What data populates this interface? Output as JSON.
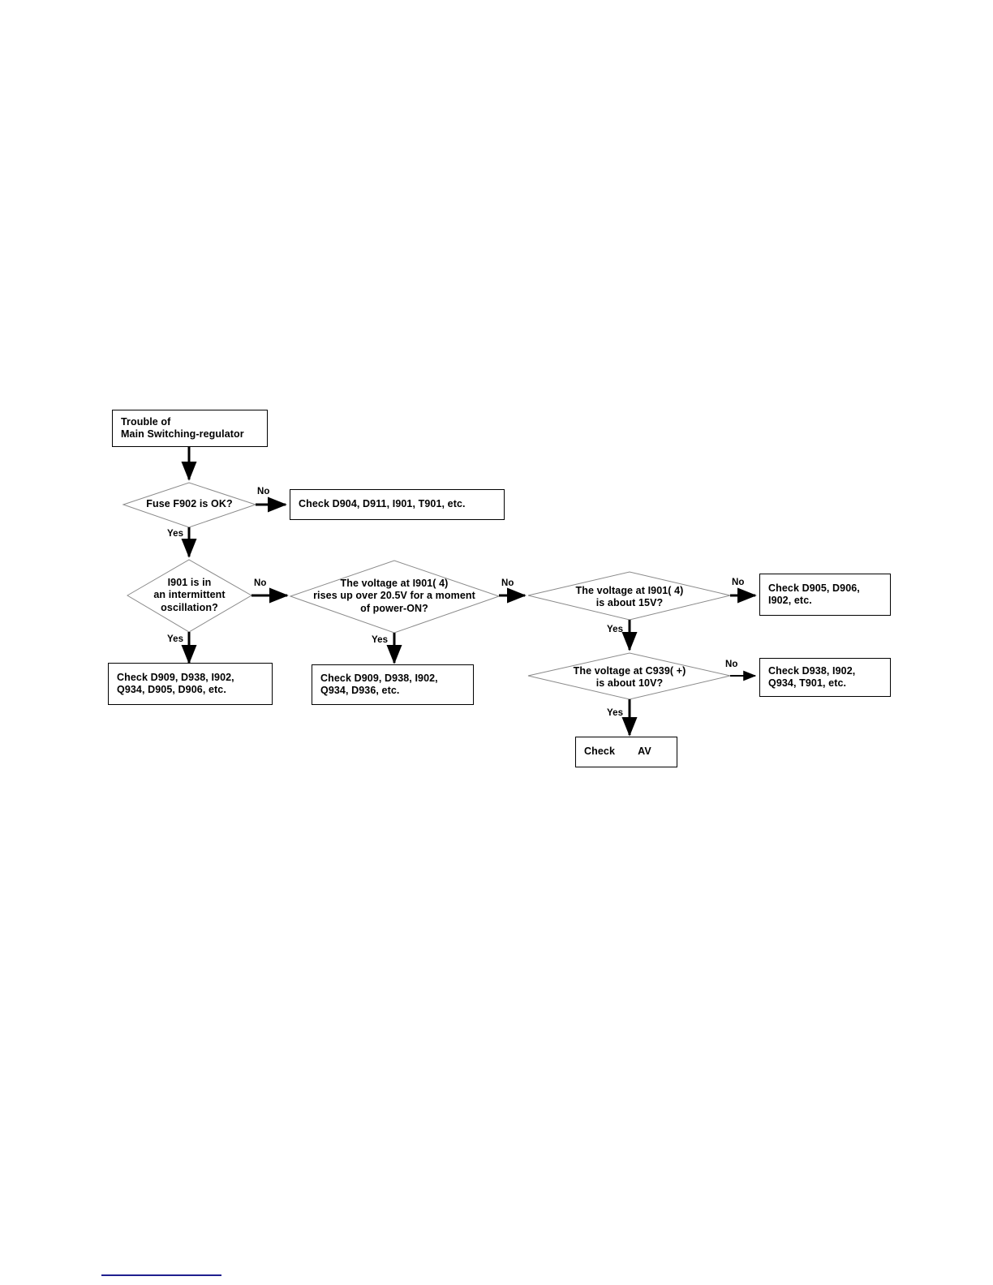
{
  "diagram": {
    "title": "Main Switching-regulator troubleshooting flowchart",
    "type": "flowchart",
    "nodes": {
      "start": {
        "kind": "process",
        "text": "Trouble of\nMain Switching-regulator"
      },
      "d1": {
        "kind": "decision",
        "text": "Fuse F902 is OK?"
      },
      "d1_no_result": {
        "kind": "process",
        "text": "Check D904, D911, I901, T901, etc."
      },
      "d2": {
        "kind": "decision",
        "text": "I901 is in\nan intermittent\noscillation?"
      },
      "d2_yes_result": {
        "kind": "process",
        "text": "Check D909, D938, I902,\nQ934, D905, D906, etc."
      },
      "d3": {
        "kind": "decision",
        "text": "The voltage at I901( 4)\nrises up over 20.5V for a moment\nof power-ON?"
      },
      "d3_yes_result": {
        "kind": "process",
        "text": "Check D909, D938, I902,\nQ934, D936, etc."
      },
      "d4": {
        "kind": "decision",
        "text": "The voltage at I901( 4)\nis about 15V?"
      },
      "d4_no_result": {
        "kind": "process",
        "text": "Check D905, D906,\nI902, etc."
      },
      "d5": {
        "kind": "decision",
        "text": "The voltage at C939( +)\nis about 10V?"
      },
      "d5_no_result": {
        "kind": "process",
        "text": "Check D938, I902,\nQ934, T901, etc."
      },
      "d5_yes_result": {
        "kind": "process",
        "text": "Check        AV"
      }
    },
    "edge_labels": {
      "d1_no": "No",
      "d1_yes": "Yes",
      "d2_no": "No",
      "d2_yes": "Yes",
      "d3_no": "No",
      "d3_yes": "Yes",
      "d4_no": "No",
      "d4_yes": "Yes",
      "d5_no": "No",
      "d5_yes": "Yes"
    },
    "colors": {
      "stroke": "#000000",
      "diamond_stroke": "#888888",
      "text": "#000000",
      "footer_rule": "#1f1f8f",
      "background": "#ffffff"
    }
  }
}
